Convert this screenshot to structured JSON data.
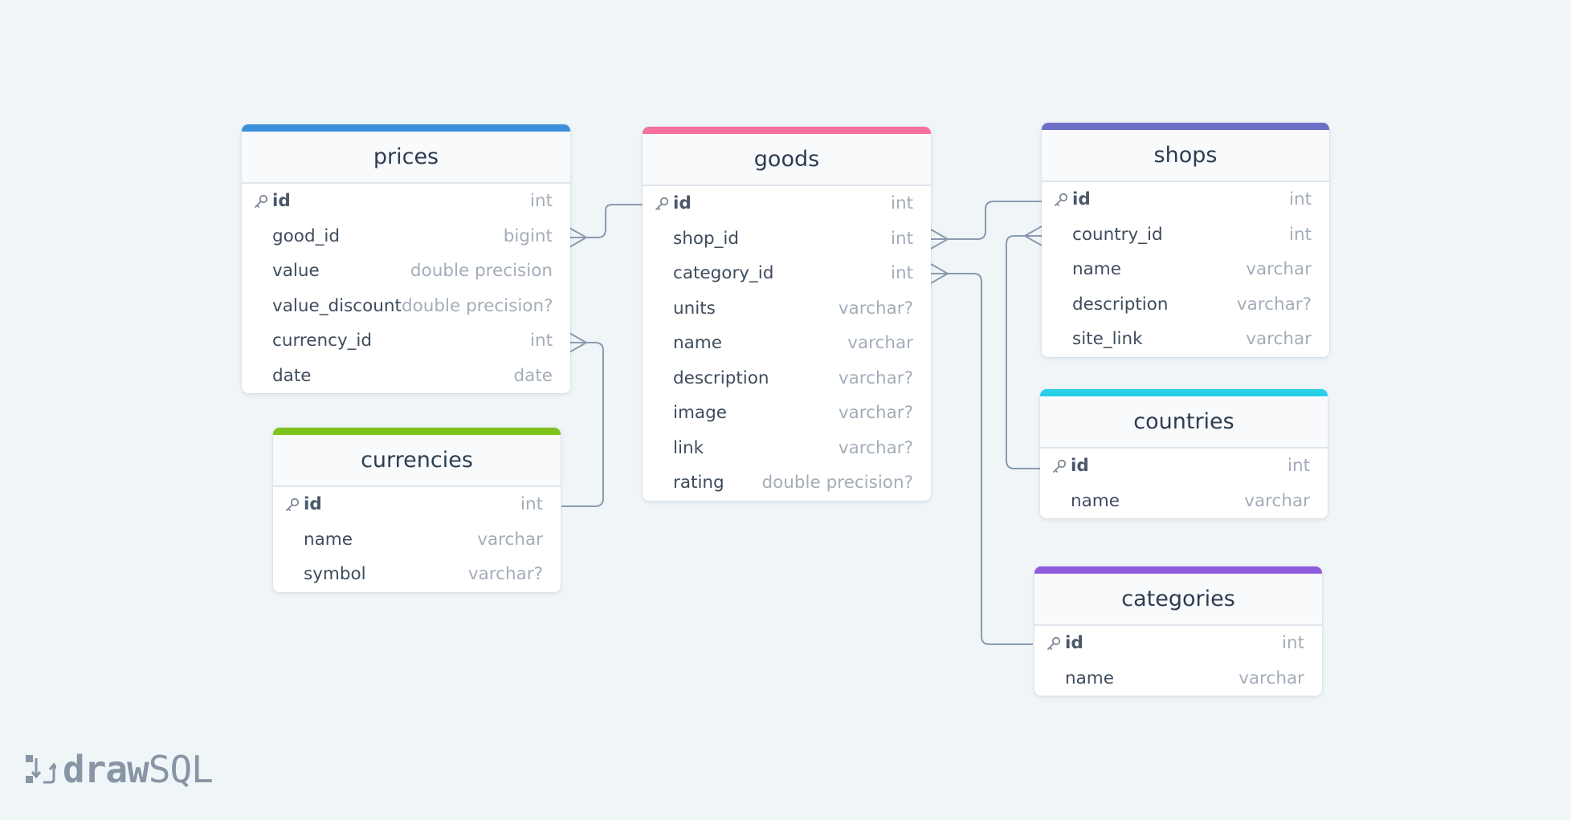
{
  "colors": {
    "background": "#f0f5f8",
    "prices": "#3b8fdb",
    "goods": "#f5709a",
    "shops": "#6c6ec8",
    "currencies": "#7ec31e",
    "countries": "#27d0e6",
    "categories": "#8f5ce0",
    "connector": "#8a9bb0"
  },
  "tables": [
    {
      "id": "prices",
      "title": "prices",
      "color": "#3b8fdb",
      "fields": [
        {
          "name": "id",
          "type": "int",
          "pk": true
        },
        {
          "name": "good_id",
          "type": "bigint"
        },
        {
          "name": "value",
          "type": "double precision"
        },
        {
          "name": "value_discount",
          "type": "double precision?"
        },
        {
          "name": "currency_id",
          "type": "int"
        },
        {
          "name": "date",
          "type": "date"
        }
      ]
    },
    {
      "id": "currencies",
      "title": "currencies",
      "color": "#7ec31e",
      "fields": [
        {
          "name": "id",
          "type": "int",
          "pk": true
        },
        {
          "name": "name",
          "type": "varchar"
        },
        {
          "name": "symbol",
          "type": "varchar?"
        }
      ]
    },
    {
      "id": "goods",
      "title": "goods",
      "color": "#f5709a",
      "fields": [
        {
          "name": "id",
          "type": "int",
          "pk": true
        },
        {
          "name": "shop_id",
          "type": "int"
        },
        {
          "name": "category_id",
          "type": "int"
        },
        {
          "name": "units",
          "type": "varchar?"
        },
        {
          "name": "name",
          "type": "varchar"
        },
        {
          "name": "description",
          "type": "varchar?"
        },
        {
          "name": "image",
          "type": "varchar?"
        },
        {
          "name": "link",
          "type": "varchar?"
        },
        {
          "name": "rating",
          "type": "double precision?"
        }
      ]
    },
    {
      "id": "shops",
      "title": "shops",
      "color": "#6c6ec8",
      "fields": [
        {
          "name": "id",
          "type": "int",
          "pk": true
        },
        {
          "name": "country_id",
          "type": "int"
        },
        {
          "name": "name",
          "type": "varchar"
        },
        {
          "name": "description",
          "type": "varchar?"
        },
        {
          "name": "site_link",
          "type": "varchar"
        }
      ]
    },
    {
      "id": "countries",
      "title": "countries",
      "color": "#27d0e6",
      "fields": [
        {
          "name": "id",
          "type": "int",
          "pk": true
        },
        {
          "name": "name",
          "type": "varchar"
        }
      ]
    },
    {
      "id": "categories",
      "title": "categories",
      "color": "#8f5ce0",
      "fields": [
        {
          "name": "id",
          "type": "int",
          "pk": true
        },
        {
          "name": "name",
          "type": "varchar"
        }
      ]
    }
  ],
  "relations": [
    {
      "from": "prices.good_id",
      "to": "goods.id",
      "cardinality": "many-to-one"
    },
    {
      "from": "prices.currency_id",
      "to": "currencies.id",
      "cardinality": "many-to-one"
    },
    {
      "from": "goods.shop_id",
      "to": "shops.id",
      "cardinality": "many-to-one"
    },
    {
      "from": "goods.category_id",
      "to": "categories.id",
      "cardinality": "many-to-one"
    },
    {
      "from": "shops.country_id",
      "to": "countries.id",
      "cardinality": "many-to-one"
    }
  ],
  "brand": {
    "bold": "draw",
    "light": "SQL"
  }
}
